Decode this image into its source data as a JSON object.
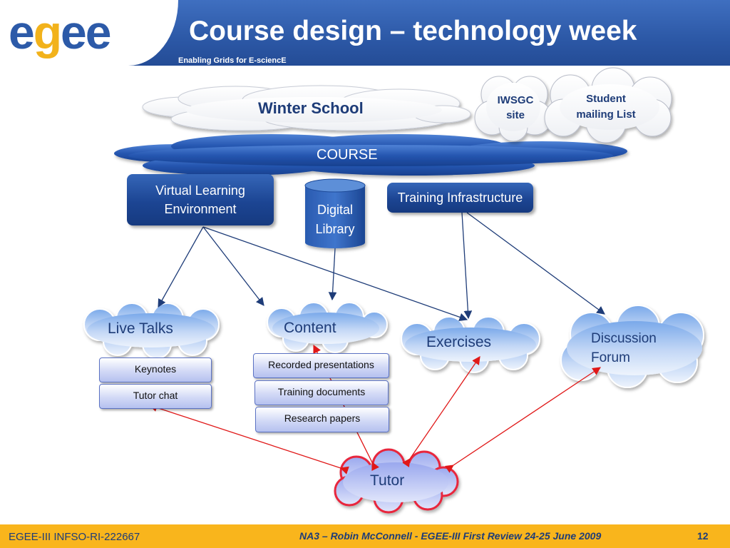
{
  "header": {
    "logo_e1": "e",
    "logo_g": "g",
    "logo_e2": "e",
    "logo_e3": "e",
    "title": "Course design – technology week",
    "subtitle": "Enabling Grids for E-sciencE"
  },
  "diagram": {
    "winter_school": "Winter School",
    "iwsgc_line1": "IWSGC",
    "iwsgc_line2": "site",
    "student_line1": "Student",
    "student_line2": "mailing List",
    "course": "COURSE",
    "vle_line1": "Virtual Learning",
    "vle_line2": "Environment",
    "digital_line1": "Digital",
    "digital_line2": "Library",
    "training_infra": "Training Infrastructure",
    "live_talks": "Live Talks",
    "content": "Content",
    "exercises": "Exercises",
    "discussion_line1": "Discussion",
    "discussion_line2": "Forum",
    "keynotes": "Keynotes",
    "tutor_chat": "Tutor chat",
    "recorded": "Recorded presentations",
    "training_docs": "Training documents",
    "research": "Research papers",
    "tutor": "Tutor"
  },
  "colors": {
    "header_blue": "#2c58a6",
    "footer_orange": "#f9b51c",
    "arrow_blue": "#1e3c78",
    "arrow_red": "#e01818"
  },
  "footer": {
    "left": "EGEE-III INFSO-RI-222667",
    "center": "NA3 – Robin McConnell - EGEE-III First Review 24-25 June 2009",
    "page": "12"
  }
}
